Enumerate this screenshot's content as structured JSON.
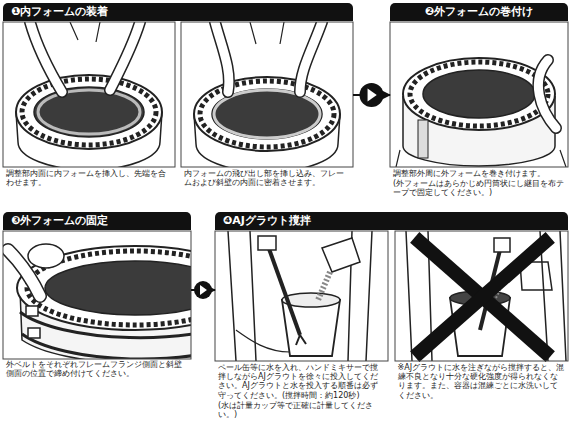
{
  "diagram": {
    "nodes": [
      {
        "text": [
          "❶内フォームの装着",
          "調整部内面に内フォームを挿入し、先端を合わせます。",
          "内フォームの飛び出し部を挿し込み、フレームおよび斜壁の内面に密着させます。"
        ]
      },
      {
        "text": [
          "❷外フォームの巻付け",
          "調整部外周に外フォームを巻き付けます。",
          "(外フォームはあらかじめ円筒状にし継目を布テープで固定してください。)"
        ]
      },
      {
        "text": [
          "❸外フォームの固定",
          "外ベルトをそれぞれフレームフランジ側面と斜壁側面の位置で締め付けてください。"
        ]
      },
      {
        "text": [
          "❹AJグラウト撹拌",
          "ペール缶等に水を入れ、ハンドミキサーで撹拌しながらAJグラウトを徐々に投入してください。AJグラウトと水を投入する順番は必ず守ってください。(撹拌時間：約120秒)",
          "(水は計量カップ等で正確に計量してください。)",
          "※AJグラウトに水を注ぎながら撹拌すると、混練不良となり十分な硬化強度が得られなくなります。また、容器は混練ごとに水洗いしてください。"
        ]
      }
    ],
    "edges": [
      {
        "from": 0,
        "to": 1,
        "arrow": "to"
      },
      {
        "from": 2,
        "to": 3,
        "arrow": "to"
      }
    ]
  }
}
